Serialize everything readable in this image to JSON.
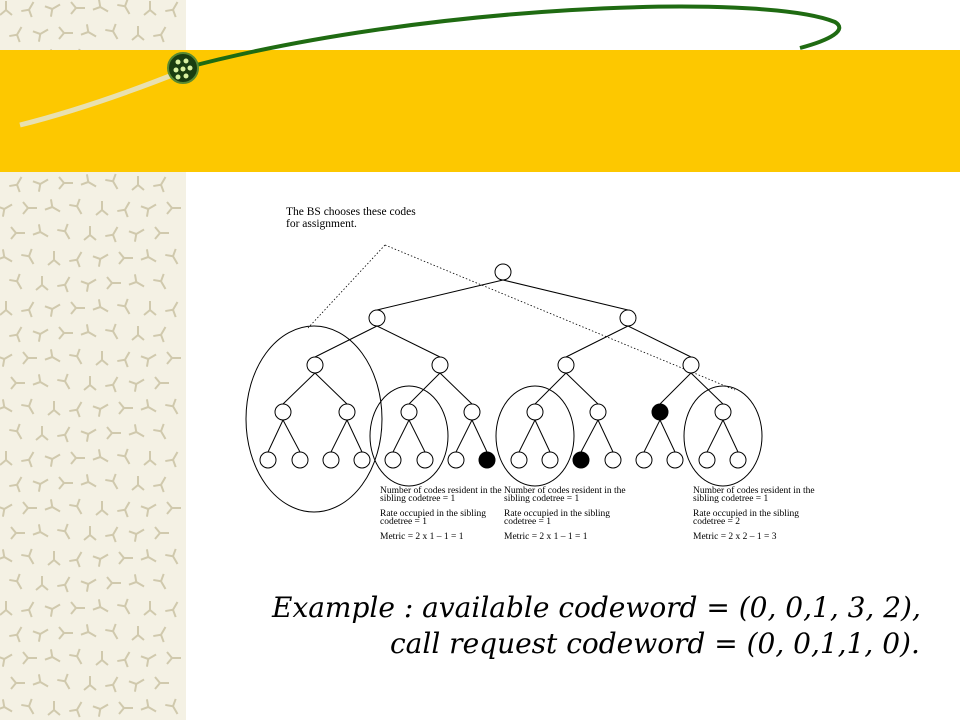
{
  "caption": "The BS chooses these codes\nfor assignment.",
  "metric_boxes": [
    {
      "resident": "Number of codes resident in the sibling codetree = 1",
      "rate": "Rate occupied in the sibling codetree = 1",
      "metric": "Metric = 2 x 1 – 1 = 1"
    },
    {
      "resident": "Number of codes resident in the sibling codetree = 1",
      "rate": "Rate occupied in the sibling codetree = 1",
      "metric": "Metric = 2 x 1 – 1 = 1"
    },
    {
      "resident": "Number of codes resident in the sibling codetree = 1",
      "rate": "Rate occupied in the sibling codetree = 2",
      "metric": "Metric = 2 x 2 – 1 = 3"
    }
  ],
  "example": {
    "line1": "Example :  available codeword = (0, 0,1, 3, 2),",
    "line2": "call request codeword = (0, 0,1,1, 0)."
  },
  "colors": {
    "banner": "#fdc800",
    "stroke_green": "#1f6b12",
    "occupied": "#000000"
  }
}
